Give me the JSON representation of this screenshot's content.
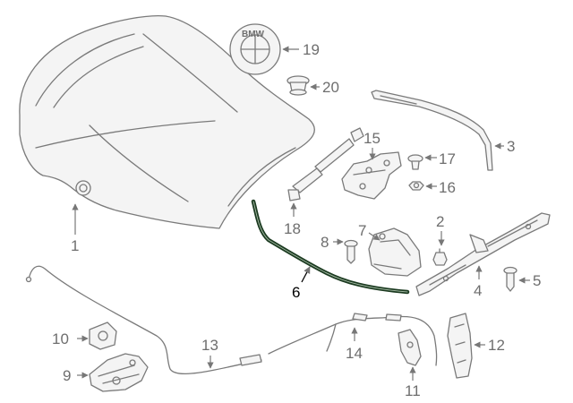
{
  "diagram": {
    "logo_text": "BMW",
    "highlight_color": "#1b3a20",
    "line_color": "#7a7a7a",
    "callouts": {
      "hood": "1",
      "cable_right": "2",
      "seal_strip": "3",
      "hinge_left": "4",
      "bolt_right": "5",
      "rubber_seal": "6",
      "bracket": "7",
      "bolt_left": "8",
      "lock_actuator": "9",
      "lock_plate": "10",
      "catch": "11",
      "side_bracket": "12",
      "cable_front": "13",
      "cable_rear": "14",
      "hinge_mid": "15",
      "nut": "16",
      "clip": "17",
      "gas_strut": "18",
      "emblem": "19",
      "grommet": "20"
    }
  }
}
